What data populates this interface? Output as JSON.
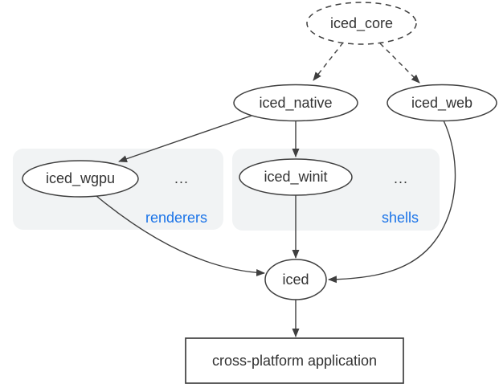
{
  "diagram": {
    "colors": {
      "background": "#ffffff",
      "node_stroke": "#3f3f3f",
      "node_text": "#333333",
      "group_fill": "#f1f3f4",
      "group_label_text": "#1a73e8",
      "edge_stroke": "#3f3f3f"
    },
    "nodes": {
      "iced_core": {
        "label": "iced_core",
        "shape": "ellipse",
        "border": "dashed"
      },
      "iced_native": {
        "label": "iced_native",
        "shape": "ellipse",
        "border": "solid"
      },
      "iced_web": {
        "label": "iced_web",
        "shape": "ellipse",
        "border": "solid"
      },
      "iced_wgpu": {
        "label": "iced_wgpu",
        "shape": "ellipse",
        "border": "solid"
      },
      "iced_winit": {
        "label": "iced_winit",
        "shape": "ellipse",
        "border": "solid"
      },
      "iced": {
        "label": "iced",
        "shape": "ellipse",
        "border": "solid"
      },
      "application": {
        "label": "cross-platform application",
        "shape": "rectangle",
        "border": "solid"
      }
    },
    "groups": {
      "renderers": {
        "label": "renderers",
        "ellipsis": "...",
        "contains": [
          "iced_wgpu"
        ]
      },
      "shells": {
        "label": "shells",
        "ellipsis": "...",
        "contains": [
          "iced_winit"
        ]
      }
    },
    "edges": [
      {
        "from": "iced_core",
        "to": "iced_native",
        "style": "dashed"
      },
      {
        "from": "iced_core",
        "to": "iced_web",
        "style": "dashed"
      },
      {
        "from": "iced_native",
        "to": "iced_wgpu",
        "style": "solid"
      },
      {
        "from": "iced_native",
        "to": "iced_winit",
        "style": "solid"
      },
      {
        "from": "iced_wgpu",
        "to": "iced",
        "style": "solid"
      },
      {
        "from": "iced_winit",
        "to": "iced",
        "style": "solid"
      },
      {
        "from": "iced_web",
        "to": "iced",
        "style": "solid"
      },
      {
        "from": "iced",
        "to": "application",
        "style": "solid"
      }
    ]
  }
}
